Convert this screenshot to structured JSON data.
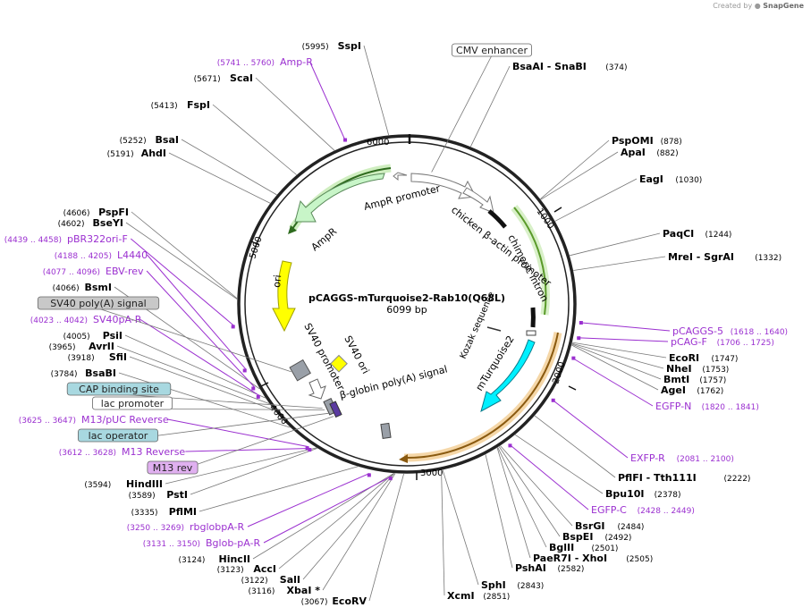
{
  "branding": {
    "created_by": "Created by",
    "app": "SnapGene"
  },
  "plasmid": {
    "name": "pCAGGS-mTurquoise2-Rab10(Q68L)",
    "length_label": "6099 bp",
    "length_bp": 6099
  },
  "colors": {
    "enzyme": "#000000",
    "primer": "#9b30d0",
    "line": "#777777",
    "backbone": "#222222"
  },
  "scale_ticks": [
    {
      "label": "1000",
      "bp": 1000
    },
    {
      "label": "2000",
      "bp": 2000
    },
    {
      "label": "3000",
      "bp": 3000
    },
    {
      "label": "4000",
      "bp": 4000
    },
    {
      "label": "5000",
      "bp": 5000
    },
    {
      "label": "6000",
      "bp": 6000
    }
  ],
  "features": [
    {
      "label": "CMV enhancer",
      "boxed": true,
      "box_color": "#ffffff",
      "bp": 180
    },
    {
      "label": "SV40 poly(A) signal",
      "boxed": true,
      "box_color": "#c8c8c8",
      "bp": 4060
    },
    {
      "label": "CAP binding site",
      "boxed": true,
      "box_color": "#a8d8e0",
      "bp": 3710
    },
    {
      "label": "lac promoter",
      "boxed": true,
      "box_color": "#ffffff",
      "bp": 3690
    },
    {
      "label": "lac operator",
      "boxed": true,
      "box_color": "#a8d8e0",
      "bp": 3650
    },
    {
      "label": "M13 rev",
      "boxed": true,
      "box_color": "#e0b0f0",
      "bp": 3610
    }
  ],
  "enzymes": [
    {
      "name": "SspI",
      "pos": "(5995)",
      "bp": 5995
    },
    {
      "name": "BsaAI - SnaBI",
      "pos": "(374)",
      "bp": 374
    },
    {
      "name": "ScaI",
      "pos": "(5671)",
      "bp": 5671
    },
    {
      "name": "FspI",
      "pos": "(5413)",
      "bp": 5413
    },
    {
      "name": "BsaI",
      "pos": "(5252)",
      "bp": 5252
    },
    {
      "name": "AhdI",
      "pos": "(5191)",
      "bp": 5191
    },
    {
      "name": "PspOMI",
      "pos": "(878)",
      "bp": 878
    },
    {
      "name": "ApaI",
      "pos": "(882)",
      "bp": 882
    },
    {
      "name": "EagI",
      "pos": "(1030)",
      "bp": 1030
    },
    {
      "name": "PaqCI",
      "pos": "(1244)",
      "bp": 1244
    },
    {
      "name": "MreI - SgrAI",
      "pos": "(1332)",
      "bp": 1332
    },
    {
      "name": "PspFI",
      "pos": "(4606)",
      "bp": 4606
    },
    {
      "name": "BseYI",
      "pos": "(4602)",
      "bp": 4602
    },
    {
      "name": "BsmI",
      "pos": "(4066)",
      "bp": 4066
    },
    {
      "name": "PsiI",
      "pos": "(4005)",
      "bp": 4005
    },
    {
      "name": "AvrII",
      "pos": "(3965)",
      "bp": 3965
    },
    {
      "name": "SfiI",
      "pos": "(3918)",
      "bp": 3918
    },
    {
      "name": "BsaBI",
      "pos": "(3784)",
      "bp": 3784
    },
    {
      "name": "EcoRI",
      "pos": "(1747)",
      "bp": 1747
    },
    {
      "name": "NheI",
      "pos": "(1753)",
      "bp": 1753
    },
    {
      "name": "BmtI",
      "pos": "(1757)",
      "bp": 1757
    },
    {
      "name": "AgeI",
      "pos": "(1762)",
      "bp": 1762
    },
    {
      "name": "PflFI - Tth111I",
      "pos": "(2222)",
      "bp": 2222
    },
    {
      "name": "Bpu10I",
      "pos": "(2378)",
      "bp": 2378
    },
    {
      "name": "BsrGI",
      "pos": "(2484)",
      "bp": 2484
    },
    {
      "name": "BspEI",
      "pos": "(2492)",
      "bp": 2492
    },
    {
      "name": "BglII",
      "pos": "(2501)",
      "bp": 2501
    },
    {
      "name": "PaeR7I - XhoI",
      "pos": "(2505)",
      "bp": 2505
    },
    {
      "name": "PshAI",
      "pos": "(2582)",
      "bp": 2582
    },
    {
      "name": "SphI",
      "pos": "(2843)",
      "bp": 2843
    },
    {
      "name": "XcmI",
      "pos": "(2851)",
      "bp": 2851
    },
    {
      "name": "HindIII",
      "pos": "(3594)",
      "bp": 3594
    },
    {
      "name": "PstI",
      "pos": "(3589)",
      "bp": 3589
    },
    {
      "name": "PflMI",
      "pos": "(3335)",
      "bp": 3335
    },
    {
      "name": "HincII",
      "pos": "(3124)",
      "bp": 3124
    },
    {
      "name": "AccI",
      "pos": "(3123)",
      "bp": 3123
    },
    {
      "name": "SalI",
      "pos": "(3122)",
      "bp": 3122
    },
    {
      "name": "XbaI *",
      "pos": "(3116)",
      "bp": 3116
    },
    {
      "name": "EcoRV",
      "pos": "(3067)",
      "bp": 3067
    }
  ],
  "primers": [
    {
      "name": "Amp-R",
      "range": "(5741 .. 5760)",
      "bp": 5750
    },
    {
      "name": "pBR322ori-F",
      "range": "(4439 .. 4458)",
      "bp": 4448
    },
    {
      "name": "L4440",
      "range": "(4188 .. 4205)",
      "bp": 4196
    },
    {
      "name": "EBV-rev",
      "range": "(4077 .. 4096)",
      "bp": 4086
    },
    {
      "name": "SV40pA-R",
      "range": "(4023 .. 4042)",
      "bp": 4032
    },
    {
      "name": "M13/pUC Reverse",
      "range": "(3625 .. 3647)",
      "bp": 3636
    },
    {
      "name": "M13 Reverse",
      "range": "(3612 .. 3628)",
      "bp": 3620
    },
    {
      "name": "pCAGGS-5",
      "range": "(1618 .. 1640)",
      "bp": 1629
    },
    {
      "name": "pCAG-F",
      "range": "(1706 .. 1725)",
      "bp": 1715
    },
    {
      "name": "EGFP-N",
      "range": "(1820 .. 1841)",
      "bp": 1830
    },
    {
      "name": "EXFP-R",
      "range": "(2081 .. 2100)",
      "bp": 2090
    },
    {
      "name": "EGFP-C",
      "range": "(2428 .. 2449)",
      "bp": 2438
    },
    {
      "name": "rbglobpA-R",
      "range": "(3250 .. 3269)",
      "bp": 3260
    },
    {
      "name": "Bglob-pA-R",
      "range": "(3131 .. 3150)",
      "bp": 3140
    }
  ],
  "inner_labels": [
    {
      "text": "AmpR promoter"
    },
    {
      "text": "AmpR"
    },
    {
      "text": "chicken β-actin promoter"
    },
    {
      "text": "chimeric intron"
    },
    {
      "text": "ori"
    },
    {
      "text": "SV40 promoter"
    },
    {
      "text": "SV40 ori"
    },
    {
      "text": "Kozak sequence"
    },
    {
      "text": "mTurquoise2"
    },
    {
      "text": "β-globin poly(A) signal"
    }
  ]
}
